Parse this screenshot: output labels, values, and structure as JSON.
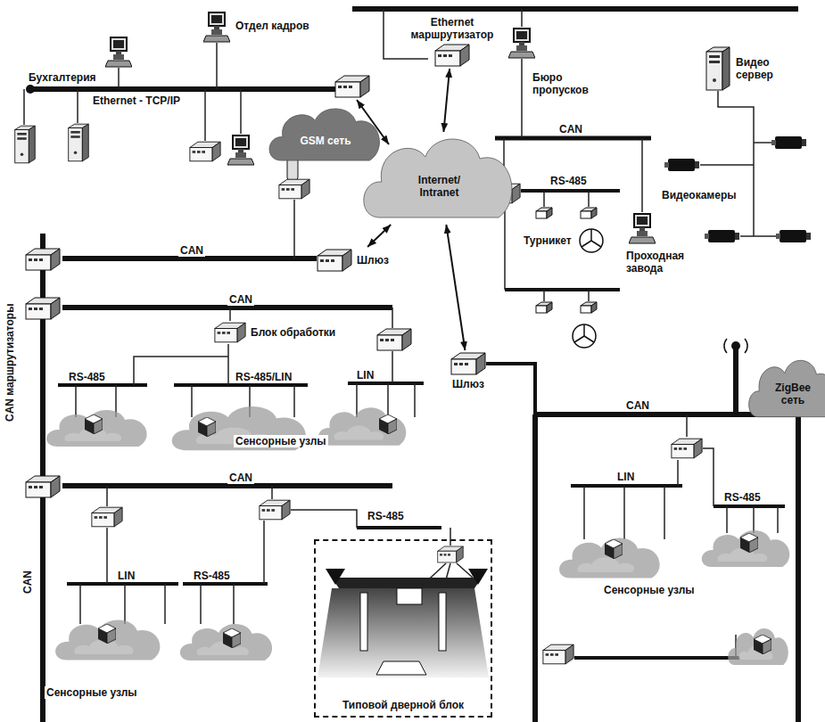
{
  "diagram": {
    "nodes": [
      {
        "text": [
          "GSM сеть"
        ]
      },
      {
        "text": [
          "Ethernet маршрутизатор"
        ]
      },
      {
        "text": [
          "Internet/ Intranet"
        ]
      },
      {
        "text": [
          "Видео сервер"
        ]
      },
      {
        "text": [
          "Шлюз"
        ]
      },
      {
        "text": [
          "Блок обработки"
        ]
      },
      {
        "text": [
          "Шлюз"
        ]
      },
      {
        "text": [
          "ZigBee сеть"
        ]
      },
      {
        "text": [
          "Типовой дверной блок"
        ]
      }
    ],
    "edges": [
      {
        "from": 1,
        "to": 2,
        "arrow": "both"
      },
      {
        "from": 4,
        "to": 2,
        "arrow": "both"
      },
      {
        "from": 6,
        "to": 2,
        "arrow": "both"
      }
    ],
    "labels": [
      "Бухгалтерия",
      "Отдел кадров",
      "Ethernet - TCP/IP",
      "Бюро пропусков",
      "CAN",
      "RS-485",
      "Турникет",
      "Проходная завода",
      "Видеокамеры",
      "CAN",
      "CAN",
      "RS-485",
      "RS-485/LIN",
      "LIN",
      "Сенсорные узлы",
      "CAN",
      "LIN",
      "RS-485",
      "RS-485",
      "Сенсорные узлы",
      "CAN маршрутизаторы",
      "CAN",
      "CAN",
      "LIN",
      "RS-485",
      "Сенсорные узлы"
    ]
  }
}
